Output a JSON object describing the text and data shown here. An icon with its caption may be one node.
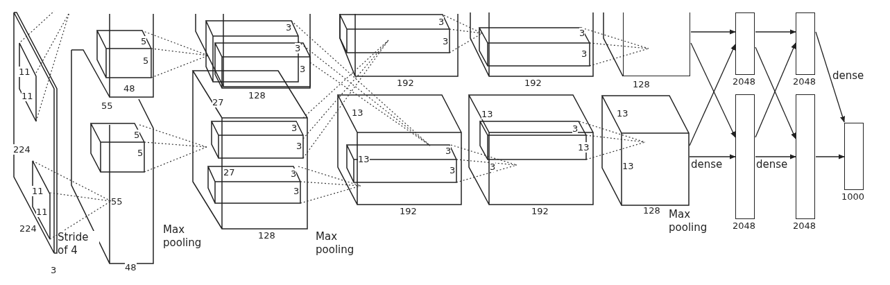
{
  "diagram": {
    "nodes": [
      {
        "text": [
          "128"
        ]
      },
      {
        "text": [
          "13",
          "13",
          "128"
        ]
      },
      {
        "text": [
          "2048"
        ]
      },
      {
        "text": [
          "2048"
        ]
      },
      {
        "text": [
          "2048"
        ]
      },
      {
        "text": [
          "2048"
        ]
      },
      {
        "text": [
          "1000"
        ]
      }
    ],
    "edges": [
      {
        "from": 0,
        "to": 2,
        "arrow": "to"
      },
      {
        "from": 0,
        "to": 3,
        "arrow": "to"
      },
      {
        "from": 1,
        "to": 2,
        "arrow": "to"
      },
      {
        "from": 1,
        "to": 3,
        "arrow": "to",
        "label": "dense"
      },
      {
        "from": 2,
        "to": 4,
        "arrow": "to"
      },
      {
        "from": 2,
        "to": 5,
        "arrow": "to"
      },
      {
        "from": 3,
        "to": 4,
        "arrow": "to"
      },
      {
        "from": 3,
        "to": 5,
        "arrow": "to",
        "label": "dense"
      },
      {
        "from": 4,
        "to": 6,
        "arrow": "to",
        "label": "dense"
      },
      {
        "from": 5,
        "to": 6,
        "arrow": "to"
      }
    ],
    "labels": [
      "11",
      "11",
      "224",
      "11",
      "11",
      "224",
      "Stride of 4",
      "3",
      "5",
      "5",
      "48",
      "55",
      "5",
      "5",
      "55",
      "48",
      "Max pooling",
      "3",
      "3",
      "3",
      "27",
      "128",
      "3",
      "3",
      "27",
      "3",
      "3",
      "128",
      "Max pooling",
      "3",
      "3",
      "192",
      "13",
      "3",
      "13",
      "3",
      "192",
      "3",
      "3",
      "192",
      "13",
      "3",
      "13",
      "3",
      "192",
      "Max pooling"
    ]
  }
}
